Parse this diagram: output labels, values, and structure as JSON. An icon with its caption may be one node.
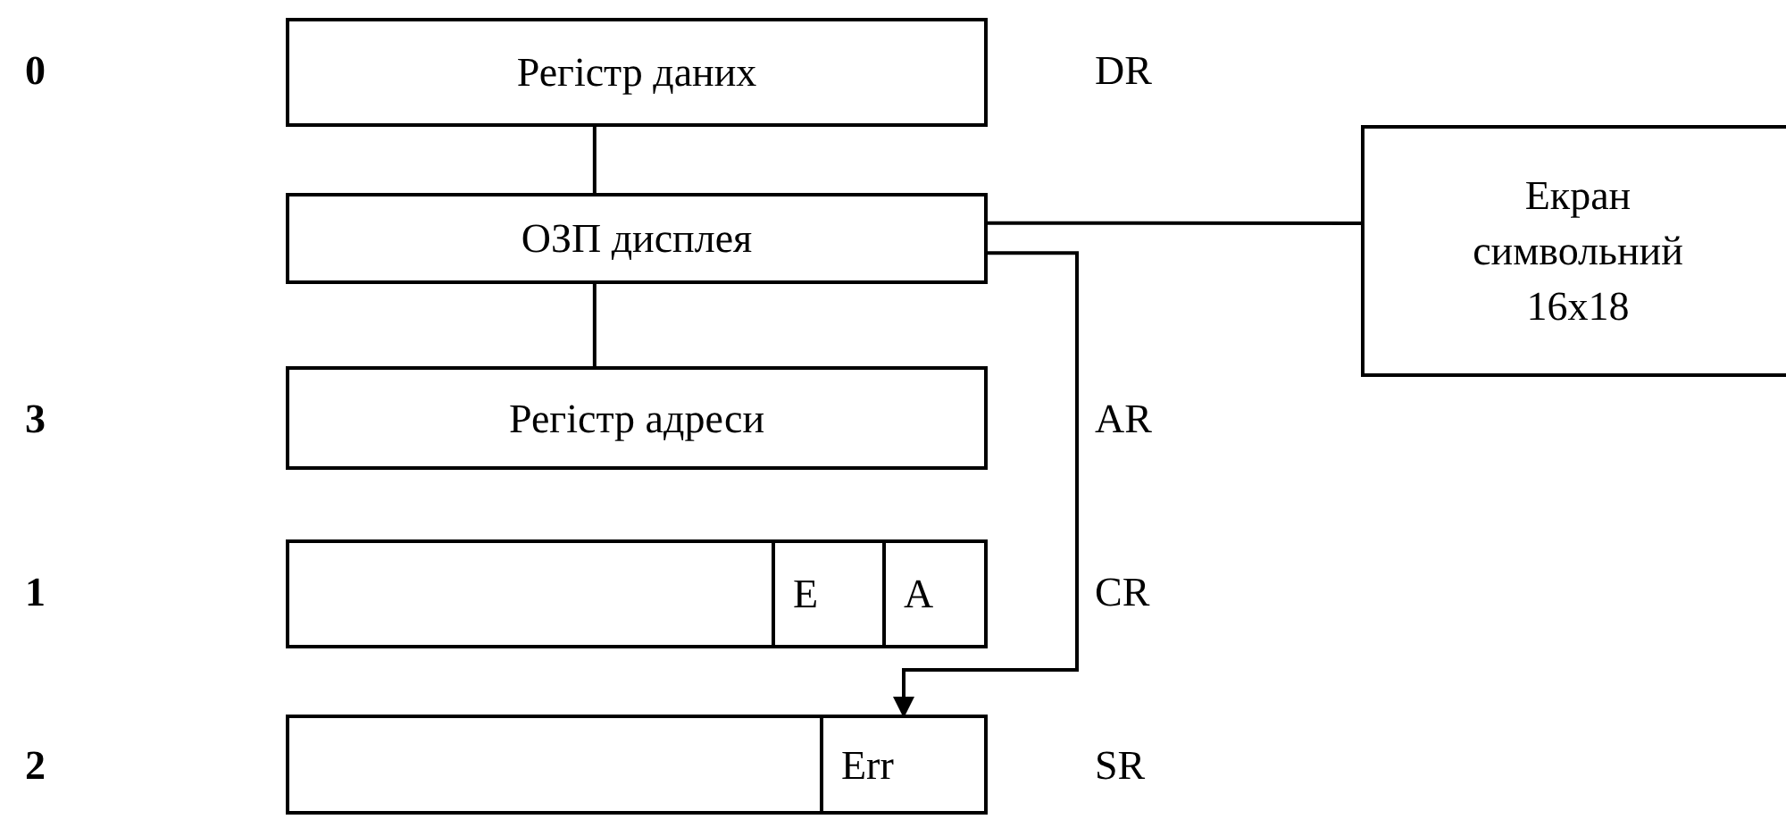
{
  "diagram": {
    "nodes": [
      {
        "text": [
          "Регістр даних"
        ]
      },
      {
        "text": [
          "ОЗП дисплея"
        ]
      },
      {
        "text": [
          "Екран символьний 16x18"
        ]
      },
      {
        "text": [
          "Регістр адреси"
        ]
      },
      {
        "text": [],
        "shape": "box"
      },
      {
        "text": [
          "E"
        ],
        "in": 4
      },
      {
        "text": [
          "A"
        ],
        "in": 4
      },
      {
        "text": [],
        "shape": "box"
      },
      {
        "text": [
          "Err"
        ],
        "in": 7
      }
    ],
    "edges": [
      {
        "from": 0,
        "to": 1,
        "arrow": "none"
      },
      {
        "from": 1,
        "to": 3,
        "arrow": "none"
      },
      {
        "from": 1,
        "to": 2,
        "arrow": "none"
      },
      {
        "from": 1,
        "to": 8,
        "arrow": "to"
      }
    ],
    "labels": [
      "0",
      "DR",
      "3",
      "AR",
      "1",
      "CR",
      "2",
      "SR"
    ]
  }
}
